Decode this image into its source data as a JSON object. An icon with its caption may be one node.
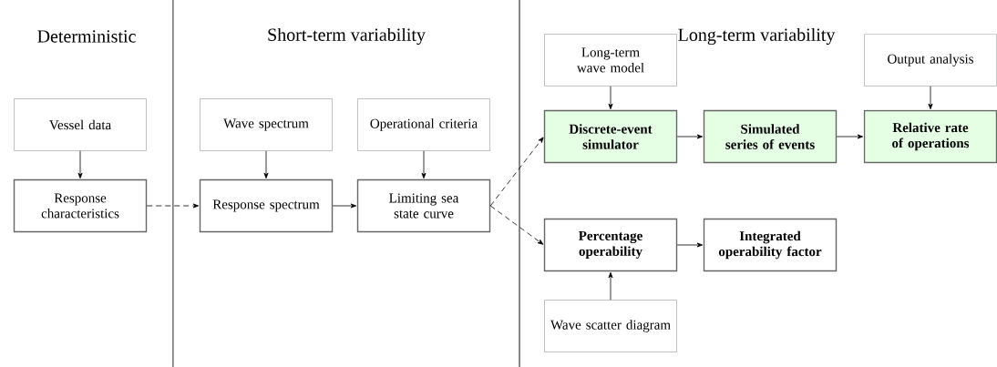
{
  "diagram": {
    "nodes": [
      {
        "text": [
          "Vessel data"
        ]
      },
      {
        "text": [
          "Response characteristics"
        ]
      },
      {
        "text": [
          "Wave spectrum"
        ]
      },
      {
        "text": [
          "Operational criteria"
        ]
      },
      {
        "text": [
          "Response spectrum"
        ]
      },
      {
        "text": [
          "Limiting sea state curve"
        ]
      },
      {
        "text": [
          "Long-term wave model"
        ]
      },
      {
        "text": [
          "Output analysis"
        ]
      },
      {
        "text": [
          "Discrete-event simulator"
        ]
      },
      {
        "text": [
          "Simulated series of events"
        ]
      },
      {
        "text": [
          "Relative rate of operations"
        ]
      },
      {
        "text": [
          "Percentage operability"
        ]
      },
      {
        "text": [
          "Integrated operability factor"
        ]
      },
      {
        "text": [
          "Wave scatter diagram"
        ]
      }
    ],
    "edges": [
      {
        "from": 0,
        "to": 1,
        "arrow": "to"
      },
      {
        "from": 1,
        "to": 4,
        "arrow": "to",
        "style": "dashed"
      },
      {
        "from": 2,
        "to": 4,
        "arrow": "to"
      },
      {
        "from": 3,
        "to": 5,
        "arrow": "to"
      },
      {
        "from": 4,
        "to": 5,
        "arrow": "to"
      },
      {
        "from": 5,
        "to": 8,
        "arrow": "to",
        "style": "dashed"
      },
      {
        "from": 5,
        "to": 11,
        "arrow": "to",
        "style": "dashed"
      },
      {
        "from": 6,
        "to": 8,
        "arrow": "to"
      },
      {
        "from": 8,
        "to": 9,
        "arrow": "to"
      },
      {
        "from": 9,
        "to": 10,
        "arrow": "to"
      },
      {
        "from": 7,
        "to": 10,
        "arrow": "to"
      },
      {
        "from": 13,
        "to": 11,
        "arrow": "to"
      },
      {
        "from": 11,
        "to": 12,
        "arrow": "to"
      }
    ],
    "labels": [
      "Deterministic",
      "Short-term variability",
      "Long-term variability"
    ]
  }
}
